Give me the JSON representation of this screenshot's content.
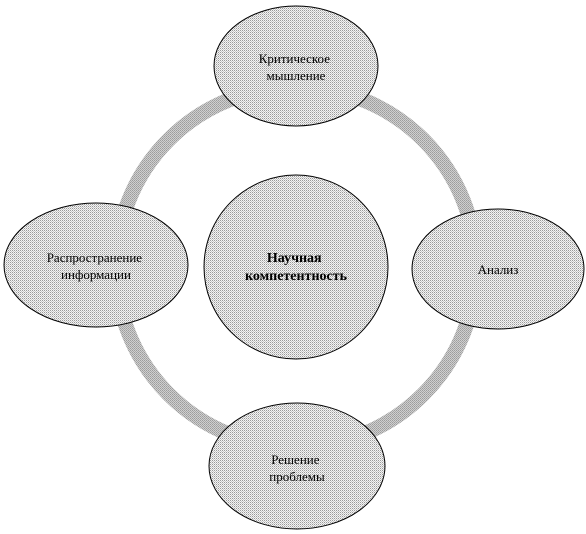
{
  "center": {
    "lines": [
      "Научная",
      "компетентность"
    ]
  },
  "nodes": {
    "top": {
      "lines": [
        "Критическое",
        "мышление"
      ]
    },
    "right": {
      "lines": [
        "Анализ"
      ]
    },
    "bottom": {
      "lines": [
        "Решение",
        "проблемы"
      ]
    },
    "left": {
      "lines": [
        "Распространение",
        "информации"
      ]
    }
  },
  "colors": {
    "ring": "#b8b8b8",
    "node_fill": "#e6e6e6",
    "outline": "#000000"
  }
}
